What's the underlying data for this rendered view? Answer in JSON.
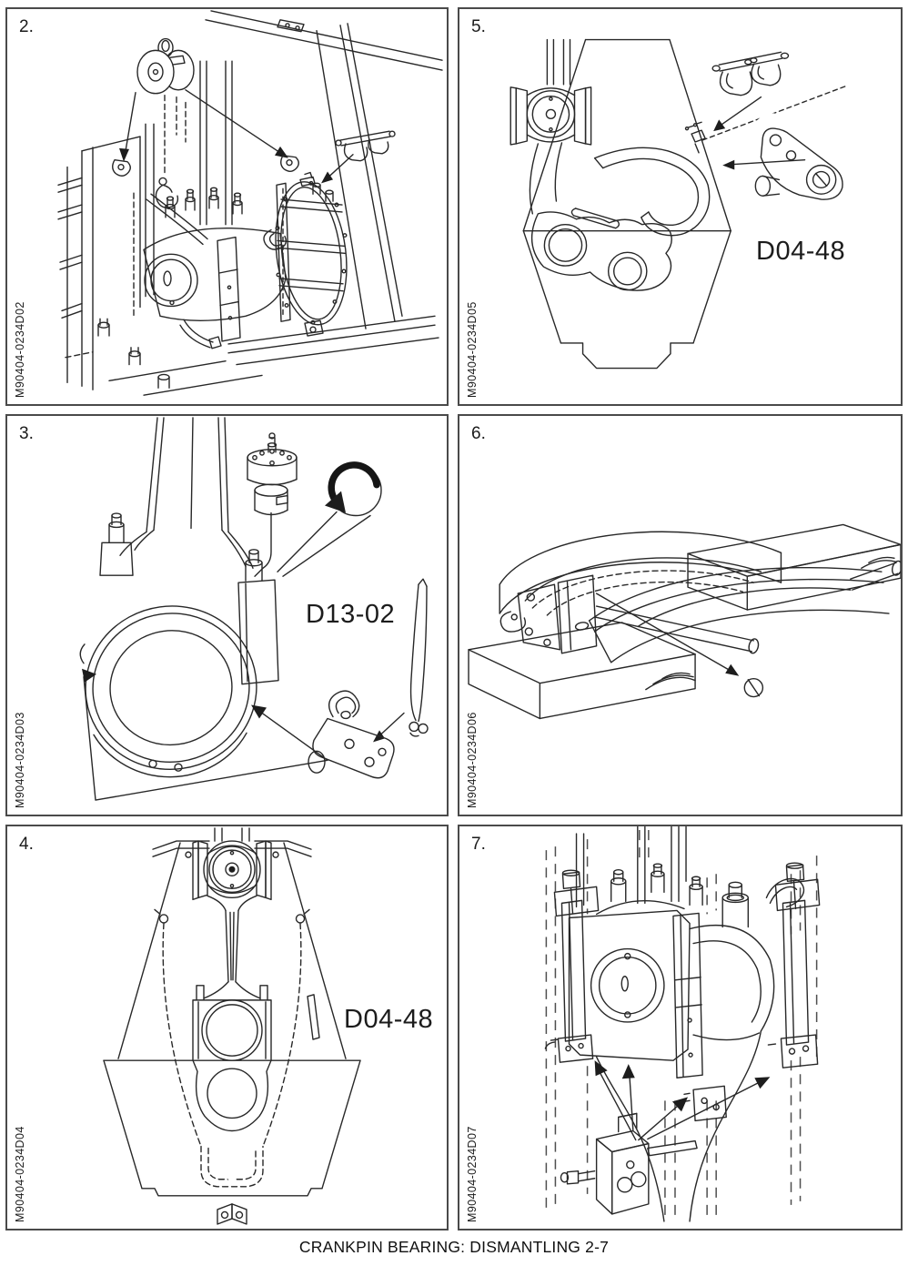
{
  "page": {
    "caption": "CRANKPIN BEARING: DISMANTLING 2-7"
  },
  "tool_refs": [
    "D04-48",
    "D13-02"
  ],
  "panels": [
    {
      "number": "2.",
      "code": "M90404-0234D02",
      "tool_label": ""
    },
    {
      "number": "5.",
      "code": "M90404-0234D05",
      "tool_label": "D04-48"
    },
    {
      "number": "3.",
      "code": "M90404-0234D03",
      "tool_label": "D13-02"
    },
    {
      "number": "6.",
      "code": "M90404-0234D06",
      "tool_label": ""
    },
    {
      "number": "4.",
      "code": "M90404-0234D04",
      "tool_label": "D04-48"
    },
    {
      "number": "7.",
      "code": "M90404-0234D07",
      "tool_label": ""
    }
  ]
}
